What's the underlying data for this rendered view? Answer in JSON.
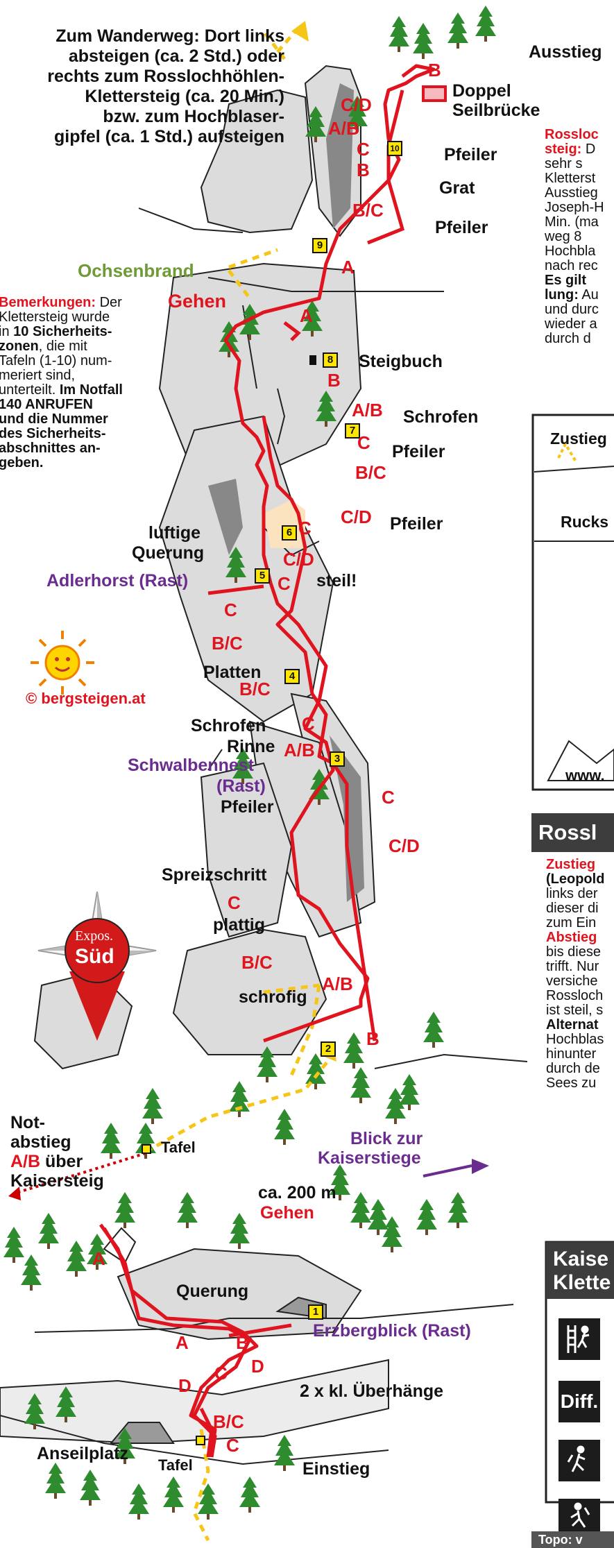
{
  "colors": {
    "route": "#e0141e",
    "sector_fill": "#ffe600",
    "rock": "#dcdcdc",
    "tree": "#2e8b2e",
    "path": "#f5c518",
    "purple": "#6a2c8f",
    "green_label": "#6e9a38"
  },
  "header_note": [
    "Zum Wanderweg: Dort links",
    "absteigen (ca. 2 Std.) oder",
    "rechts zum Rosslochhöhlen-",
    "Klettersteig (ca. 20 Min.)",
    "bzw. zum Hochblaser-",
    "gipfel (ca. 1 Std.) aufsteigen"
  ],
  "labels": {
    "ausstieg": "Ausstieg",
    "doppel": "Doppel",
    "seilbruecke": "Seilbrücke",
    "pfeiler": "Pfeiler",
    "grat": "Grat",
    "ochsenbrand": "Ochsenbrand",
    "gehen": "Gehen",
    "steigbuch": "Steigbuch",
    "schrofen": "Schrofen",
    "luftige": "luftige",
    "querung": "Querung",
    "adlerhorst": "Adlerhorst (Rast)",
    "steil": "steil!",
    "platten": "Platten",
    "rinne": "Rinne",
    "schwalbennest": "Schwalbennest",
    "rast": "(Rast)",
    "spreizschritt": "Spreizschritt",
    "plattig": "plattig",
    "schrofig": "schrofig",
    "not": "Not-",
    "abstieg": "abstieg",
    "ab_ueber": "A/B",
    "ueber": " über",
    "kaisersteig": "Kaisersteig",
    "tafel": "Tafel",
    "blick1": "Blick zur",
    "blick2": "Kaiserstiege",
    "ca200": "ca. 200 m",
    "gehen2": "Gehen",
    "querung2": "Querung",
    "erzbergblick": "Erzbergblick (Rast)",
    "ueberhaenge": "2 x kl. Überhänge",
    "anseilplatz": "Anseilplatz",
    "einstieg": "Einstieg"
  },
  "sections": [
    "1",
    "2",
    "3",
    "4",
    "5",
    "6",
    "7",
    "8",
    "9",
    "10"
  ],
  "difficulties": [
    "B",
    "C/D",
    "A/B",
    "C",
    "B",
    "B/C",
    "A",
    "A",
    "B",
    "A/B",
    "C",
    "B/C",
    "C/D",
    "C",
    "C/D",
    "C",
    "B/C",
    "B/C",
    "C",
    "A/B",
    "C",
    "C/D",
    "C",
    "B/C",
    "A/B",
    "B",
    "A",
    "A",
    "B",
    "C",
    "D",
    "D",
    "C",
    "B/C",
    "C"
  ],
  "remarks": {
    "title": "Bemerkungen:",
    "lines": [
      "Der",
      "Klettersteig wurde",
      "in",
      "10 Sicherheits-",
      "zonen",
      ", die mit",
      "Tafeln (1-10) num-",
      "meriert sind,",
      "unterteilt.",
      "Im Notfall",
      "140 ANRUFEN",
      "und die Nummer",
      "des Sicherheits-",
      "abschnittes an-",
      "geben."
    ]
  },
  "copyright": "© bergsteigen.at",
  "compass": {
    "line1": "Expos.",
    "line2": "Süd"
  },
  "side_text": {
    "rossloch_title1": "Rossloc",
    "rossloch_title2": "steig:",
    "lines": [
      "sehr s",
      "Kletterst",
      "Ausstieg",
      "Joseph-H",
      "Min. (ma",
      "weg 8",
      "Hochbla",
      "nach rec"
    ],
    "es_gilt": "Es gilt",
    "lung": "lung:",
    "lines2": [
      "und durc",
      "wieder a",
      "durch d"
    ]
  },
  "inset": {
    "zustieg": "Zustieg",
    "rucks": "Rucks",
    "www": "www."
  },
  "rossl_bar": "Rossl",
  "bottom_text": {
    "zustieg": "Zustieg",
    "leopold": "(Leopold",
    "lines": [
      "links der",
      "dieser di",
      "zum Ein"
    ],
    "abstieg": "Abstieg",
    "lines2": [
      "bis diese",
      "trifft. Nur",
      "versiche",
      "Rossloch",
      "ist steil, s"
    ],
    "alternat": "Alternat",
    "lines3": [
      "Hochblas",
      "hinunter",
      "durch de",
      "Sees zu"
    ]
  },
  "kaiser_box": {
    "line1": "Kaise",
    "line2": "Klette"
  },
  "icons": [
    "climber-icon",
    "Diff.",
    "hiker-up-icon",
    "hiker-down-icon"
  ],
  "topo_footer": "Topo: v"
}
